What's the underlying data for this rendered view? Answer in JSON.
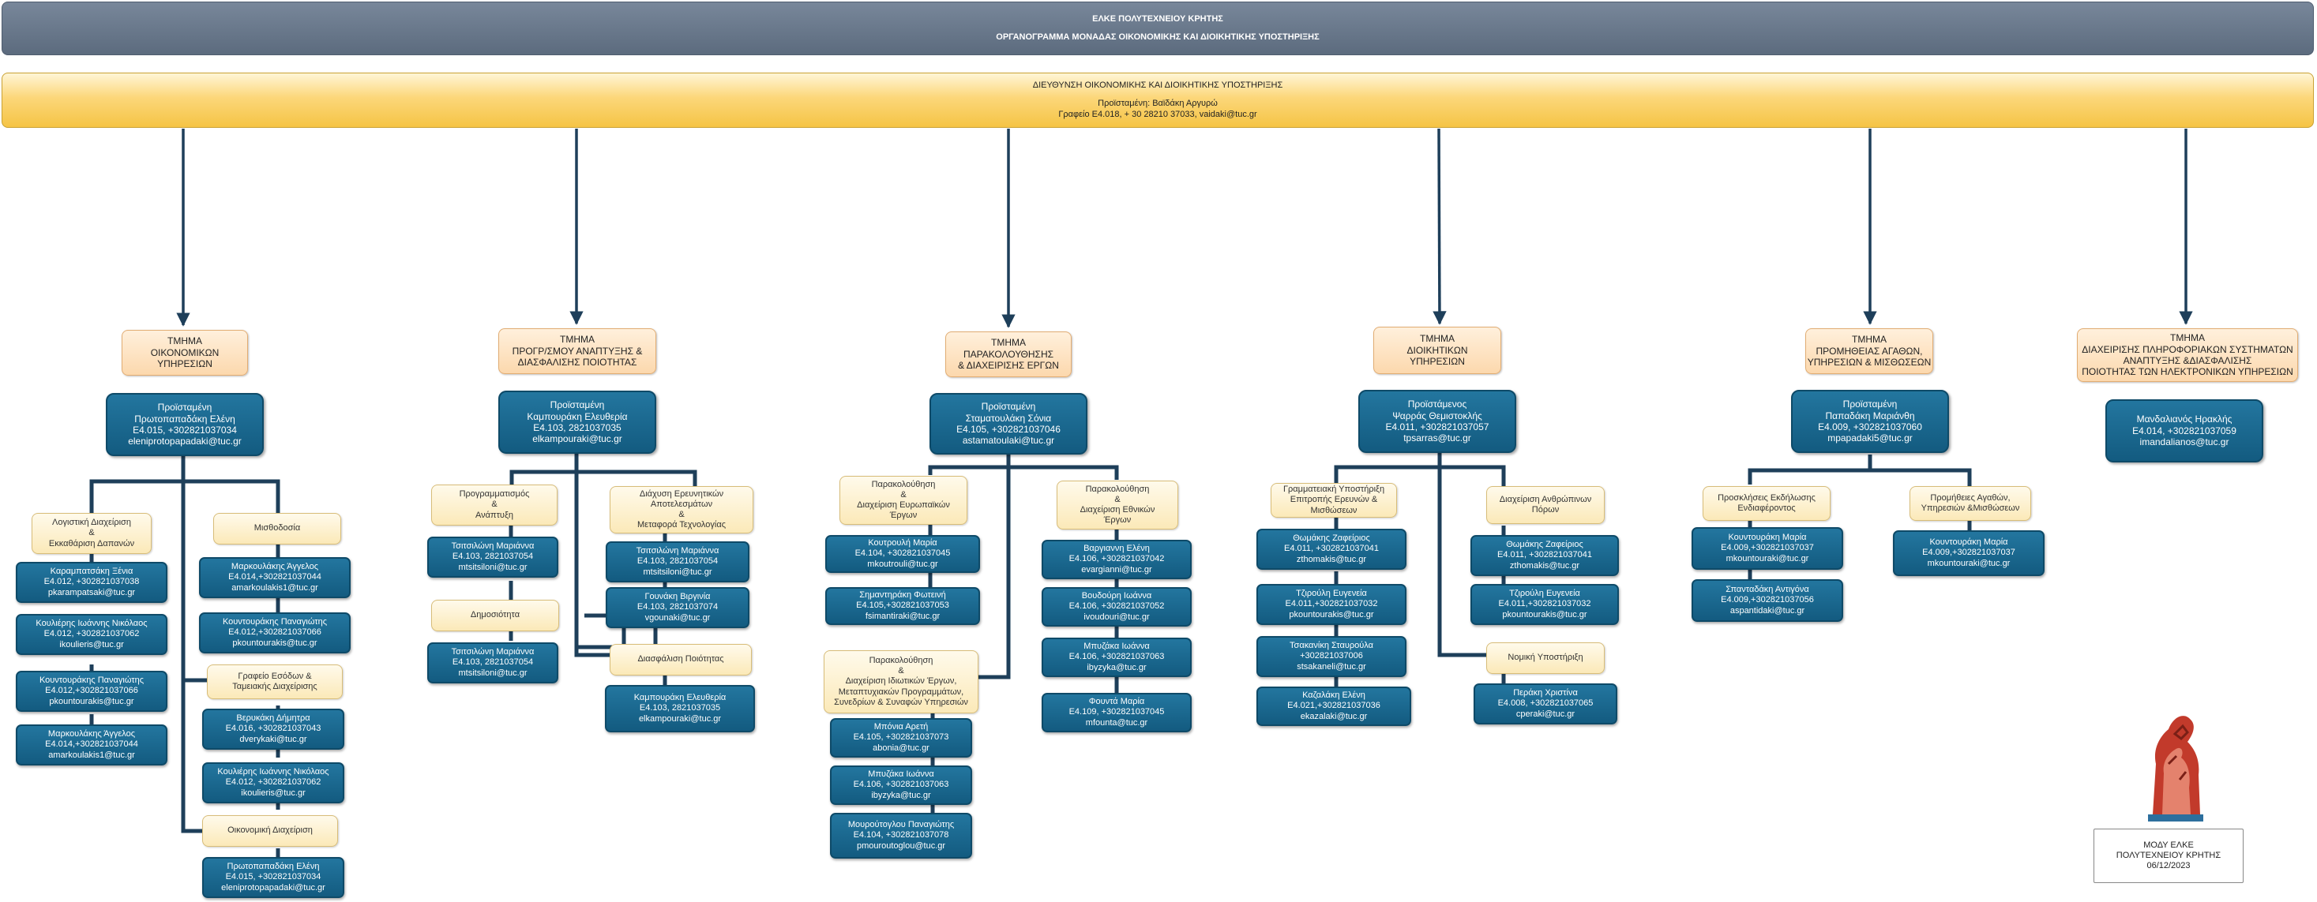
{
  "header": {
    "line1": "ΕΛΚΕ ΠΟΛΥΤΕΧΝΕΙΟΥ ΚΡΗΤΗΣ",
    "line2": "ΟΡΓΑΝΟΓΡΑΜΜΑ ΜΟΝΑΔΑΣ ΟΙΚΟΝΟΜΙΚΗΣ ΚΑΙ ΔΙΟΙΚΗΤΙΚΗΣ ΥΠΟΣΤΗΡΙΞΗΣ"
  },
  "direction": {
    "title": "ΔΙΕΥΘΥΝΣΗ ΟΙΚΟΝΟΜΙΚΗΣ ΚΑΙ ΔΙΟΙΚΗΤΙΚΗΣ ΥΠΟΣΤΗΡΙΞΗΣ",
    "head": "Προϊσταμένη: Βαϊδάκη Αργυρώ",
    "contact": "Γραφείο Ε4.018, + 30 28210 37033, vaidaki@tuc.gr"
  },
  "departments": [
    {
      "name": [
        "ΤΜΗΜΑ",
        "ΟΙΚΟΝΟΜΙΚΩΝ",
        "ΥΠΗΡΕΣΙΩΝ"
      ],
      "head": [
        "Προϊσταμένη",
        "Πρωτοπαπαδάκη Ελένη",
        "Ε4.015, +302821037034",
        "eleniprotopapadaki@tuc.gr"
      ]
    },
    {
      "name": [
        "ΤΜΗΜΑ",
        "ΠΡΟΓΡ/ΣΜΟΥ ΑΝΑΠΤΥΞΗΣ &",
        "ΔΙΑΣΦΑΛΙΣΗΣ ΠΟΙΟΤΗΤΑΣ"
      ],
      "head": [
        "Προϊσταμένη",
        "Καμπουράκη Ελευθερία",
        "Ε4.103, 2821037035",
        "elkampouraki@tuc.gr"
      ]
    },
    {
      "name": [
        "ΤΜΗΜΑ",
        "ΠΑΡΑΚΟΛΟΥΘΗΣΗΣ",
        "& ΔΙΑΧΕΙΡΙΣΗΣ ΕΡΓΩΝ"
      ],
      "head": [
        "Προϊσταμένη",
        "Σταματουλάκη Σόνια",
        "Ε4.105, +302821037046",
        "astamatoulaki@tuc.gr"
      ]
    },
    {
      "name": [
        "ΤΜΗΜΑ",
        "ΔΙΟΙΚΗΤΙΚΩΝ",
        "ΥΠΗΡΕΣΙΩΝ"
      ],
      "head": [
        "Προϊστάμενος",
        "Ψαρράς Θεμιστοκλής",
        "Ε4.011, +302821037057",
        "tpsarras@tuc.gr"
      ]
    },
    {
      "name": [
        "ΤΜΗΜΑ",
        "ΠΡΟΜΗΘΕΙΑΣ ΑΓΑΘΩΝ,",
        "ΥΠΗΡΕΣΙΩΝ & ΜΙΣΘΩΣΕΩΝ"
      ],
      "head": [
        "Προϊσταμένη",
        "Παπαδάκη Μαριάνθη",
        "Ε4.009, +302821037060",
        "mpapadaki5@tuc.gr"
      ]
    },
    {
      "name": [
        "ΤΜΗΜΑ",
        "ΔΙΑΧΕΙΡΙΣΗΣ ΠΛΗΡΟΦΟΡΙΑΚΩΝ ΣΥΣΤΗΜΑΤΩΝ",
        "ΑΝΑΠΤΥΞΗΣ &ΔΙΑΣΦΑΛΙΣΗΣ",
        "ΠΟΙΟΤΗΤΑΣ ΤΩΝ ΗΛΕΚΤΡΟΝΙΚΩΝ ΥΠΗΡΕΣΙΩΝ"
      ],
      "head": [
        "Μανδαλιανός Ηρακλής",
        "Ε4.014, +302821037059",
        "imandalianos@tuc.gr"
      ]
    }
  ],
  "units": [
    [
      "Λογιστική Διαχείριση",
      "&",
      "Εκκαθάριση Δαπανών"
    ],
    [
      "Μισθοδοσία"
    ],
    [
      "Γραφείο Εσόδων &",
      "Ταμειακής Διαχείρισης"
    ],
    [
      "Οικονομική Διαχείριση"
    ],
    [
      "Προγραμματισμός",
      "&",
      "Ανάπτυξη"
    ],
    [
      "Δημοσιότητα"
    ],
    [
      "Διάχυση Ερευνητικών",
      "Αποτελεσμάτων",
      "&",
      "Μεταφορά Τεχνολογίας"
    ],
    [
      "Διασφάλιση Ποιότητας"
    ],
    [
      "Παρακολούθηση",
      "&",
      "Διαχείριση Ευρωπαϊκών",
      "Έργων"
    ],
    [
      "Παρακολούθηση",
      "&",
      "Διαχείριση Εθνικών",
      "Έργων"
    ],
    [
      "Παρακολούθηση",
      "&",
      "Διαχείριση Ιδιωτικών Έργων,",
      "Μεταπτυχιακών Προγραμμάτων,",
      "Συνεδρίων & Συναφών Υπηρεσιών"
    ],
    [
      "Γραμματειακή Υποστήριξη",
      "Επιτροπής Ερευνών &",
      "Μισθώσεων"
    ],
    [
      "Διαχείριση Ανθρώπινων",
      "Πόρων"
    ],
    [
      "Νομική Υποστήριξη"
    ],
    [
      "Προσκλήσεις Εκδήλωσης",
      "Ενδιαφέροντος"
    ],
    [
      "Προμήθειες Αγαθών,",
      "Υπηρεσιών &Μισθώσεων"
    ]
  ],
  "people": [
    [
      "Καραμπατσάκη Ξένια",
      "Ε4.012, +302821037038",
      "pkarampatsaki@tuc.gr"
    ],
    [
      "Κουλιέρης Ιωάννης Νικόλαος",
      "Ε4.012, +302821037062",
      "ikoulieris@tuc.gr"
    ],
    [
      "Κουντουράκης Παναγιώτης",
      "Ε4.012,+302821037066",
      "pkountourakis@tuc.gr"
    ],
    [
      "Μαρκουλάκης Άγγελος",
      "Ε4.014,+302821037044",
      "amarkoulakis1@tuc.gr"
    ],
    [
      "Μαρκουλάκης Άγγελος",
      "Ε4.014,+302821037044",
      "amarkoulakis1@tuc.gr"
    ],
    [
      "Κουντουράκης Παναγιώτης",
      "Ε4.012,+302821037066",
      "pkountourakis@tuc.gr"
    ],
    [
      "Βερυκάκη Δήμητρα",
      "Ε4.016, +302821037043",
      "dverykaki@tuc.gr"
    ],
    [
      "Κουλιέρης Ιωάννης Νικόλαος",
      "Ε4.012, +302821037062",
      "ikoulieris@tuc.gr"
    ],
    [
      "Πρωτοπαπαδάκη Ελένη",
      "Ε4.015, +302821037034",
      "eleniprotopapadaki@tuc.gr"
    ],
    [
      "Τσιτσιλώνη Μαριάννα",
      "Ε4.103, 2821037054",
      "mtsitsiloni@tuc.gr"
    ],
    [
      "Τσιτσιλώνη Μαριάννα",
      "Ε4.103, 2821037054",
      "mtsitsiloni@tuc.gr"
    ],
    [
      "Τσιτσιλώνη Μαριάννα",
      "Ε4.103, 2821037054",
      "mtsitsiloni@tuc.gr"
    ],
    [
      "Γουνάκη Βιργινία",
      "Ε4.103, 2821037074",
      "vgounaki@tuc.gr"
    ],
    [
      "Καμπουράκη Ελευθερία",
      "Ε4.103, 2821037035",
      "elkampouraki@tuc.gr"
    ],
    [
      "Κουτρουλή Μαρία",
      "Ε4.104, +302821037045",
      "mkoutrouli@tuc.gr"
    ],
    [
      "Σημαντηράκη Φωτεινή",
      "Ε4.105,+302821037053",
      "fsimantiraki@tuc.gr"
    ],
    [
      "Μπόνια Αρετή",
      "Ε4.105, +302821037073",
      "abonia@tuc.gr"
    ],
    [
      "Μπυζάκα Ιωάννα",
      "Ε4.106, +302821037063",
      "ibyzyka@tuc.gr"
    ],
    [
      "Μουρούτογλου Παναγιώτης",
      "Ε4.104, +302821037078",
      "pmouroutoglou@tuc.gr"
    ],
    [
      "Βαργιαννη Ελένη",
      "Ε4.106, +302821037042",
      "evargianni@tuc.gr"
    ],
    [
      "Βουδούρη Ιωάννα",
      "Ε4.106, +302821037052",
      "ivoudouri@tuc.gr"
    ],
    [
      "Μπυζάκα Ιωάννα",
      "Ε4.106, +302821037063",
      "ibyzyka@tuc.gr"
    ],
    [
      "Φουντά Μαρία",
      "Ε4.109, +302821037045",
      "mfounta@tuc.gr"
    ],
    [
      "Θωμάκης Ζαφείριος",
      "Ε4.011, +302821037041",
      "zthomakis@tuc.gr"
    ],
    [
      "Τζιρούλη Ευγενεία",
      "Ε4.011,+302821037032",
      "pkountourakis@tuc.gr"
    ],
    [
      "Τσακανίκη Σταυρούλα",
      "+302821037006",
      "stsakaneli@tuc.gr"
    ],
    [
      "Καζαλάκη Ελένη",
      "Ε4.021,+302821037036",
      "ekazalaki@tuc.gr"
    ],
    [
      "Θωμάκης Ζαφείριος",
      "Ε4.011, +302821037041",
      "zthomakis@tuc.gr"
    ],
    [
      "Τζιρούλη Ευγενεία",
      "Ε4.011,+302821037032",
      "pkountourakis@tuc.gr"
    ],
    [
      "Περάκη Χριστίνα",
      "Ε4.008, +302821037065",
      "cperaki@tuc.gr"
    ],
    [
      "Κουντουράκη Μαρία",
      "Ε4.009,+302821037037",
      "mkountouraki@tuc.gr"
    ],
    [
      "Σπανταδάκη Αντιγόνα",
      "Ε4.009,+302821037056",
      "aspantidaki@tuc.gr"
    ],
    [
      "Κουντουράκη Μαρία",
      "Ε4.009,+302821037037",
      "mkountouraki@tuc.gr"
    ]
  ],
  "footer": {
    "line1": "ΜΟΔΥ ΕΛΚΕ",
    "line2": "ΠΟΛΥΤΕΧΝΕΙΟΥ ΚΡΗΤΗΣ",
    "line3": "06/12/2023"
  },
  "colors": {
    "connector": "#1e3f5a",
    "header": "#6b7a8d",
    "direction": "#f9cf5a",
    "department": "#fcdcb4",
    "head_box": "#1a6a93",
    "unit": "#fdf0c6"
  }
}
